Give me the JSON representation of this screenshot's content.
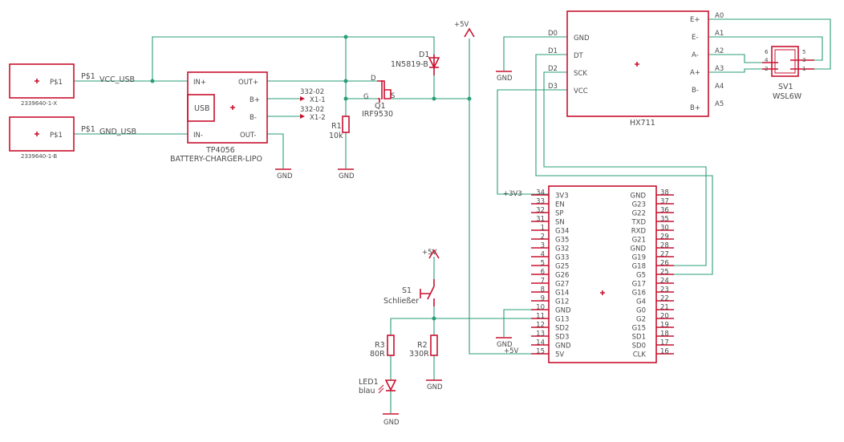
{
  "conn": {
    "top_name": "2339640-1-X",
    "bot_name": "2339640-1-B",
    "pin": "P$1",
    "vcc": "VCC_USB",
    "gnd": "GND_USB"
  },
  "tp": {
    "name": "TP4056",
    "value": "BATTERY-CHARGER-LIPO",
    "usb": "USB",
    "in_p": "IN+",
    "in_m": "IN-",
    "out_p": "OUT+",
    "out_m": "OUT-",
    "b_p": "B+",
    "b_m": "B-"
  },
  "x1": {
    "t1": "332-02",
    "p1": "X1-1",
    "t2": "332-02",
    "p2": "X1-2"
  },
  "d1": {
    "name": "D1",
    "value": "1N5819-B"
  },
  "q1": {
    "name": "Q1",
    "value": "IRF9530",
    "d": "D",
    "g": "G",
    "s": "S"
  },
  "r1": {
    "name": "R1",
    "value": "10k"
  },
  "r2": {
    "name": "R2",
    "value": "330R"
  },
  "r3": {
    "name": "R3",
    "value": "80R"
  },
  "led": {
    "name": "LED1",
    "value": "blau"
  },
  "s1": {
    "name": "S1",
    "value": "Schließer"
  },
  "sv1": {
    "name": "SV1",
    "value": "WSL6W",
    "pins": [
      "6",
      "4",
      "2",
      "5",
      "3",
      "1"
    ]
  },
  "hx": {
    "name": "HX711",
    "left": [
      "GND",
      "DT",
      "SCK",
      "VCC"
    ],
    "right": [
      "E+",
      "E-",
      "A-",
      "A+",
      "B-",
      "B+"
    ],
    "net_left": [
      "D0",
      "D1",
      "D2",
      "D3"
    ],
    "net_right": [
      "A0",
      "A1",
      "A2",
      "A3",
      "A4",
      "A5"
    ]
  },
  "esp": {
    "left_names": [
      "3V3",
      "EN",
      "SP",
      "SN",
      "G34",
      "G35",
      "G32",
      "G33",
      "G25",
      "G26",
      "G27",
      "G14",
      "G12",
      "GND",
      "G13",
      "SD2",
      "SD3",
      "GND",
      "5V"
    ],
    "left_nums": [
      "34",
      "33",
      "32",
      "31",
      "1",
      "2",
      "3",
      "4",
      "5",
      "6",
      "7",
      "8",
      "9",
      "10",
      "11",
      "12",
      "13",
      "14",
      "15"
    ],
    "right_names": [
      "GND",
      "G23",
      "G22",
      "TXD",
      "RXD",
      "G21",
      "GND",
      "G19",
      "G18",
      "G5",
      "G17",
      "G16",
      "G4",
      "G0",
      "G2",
      "G15",
      "SD1",
      "SD0",
      "CLK"
    ],
    "right_nums": [
      "38",
      "37",
      "36",
      "35",
      "30",
      "29",
      "28",
      "27",
      "26",
      "25",
      "24",
      "23",
      "22",
      "21",
      "20",
      "19",
      "18",
      "17",
      "16"
    ]
  },
  "nets": {
    "gnd": "GND",
    "v5": "+5V",
    "v33": "+3V3"
  }
}
